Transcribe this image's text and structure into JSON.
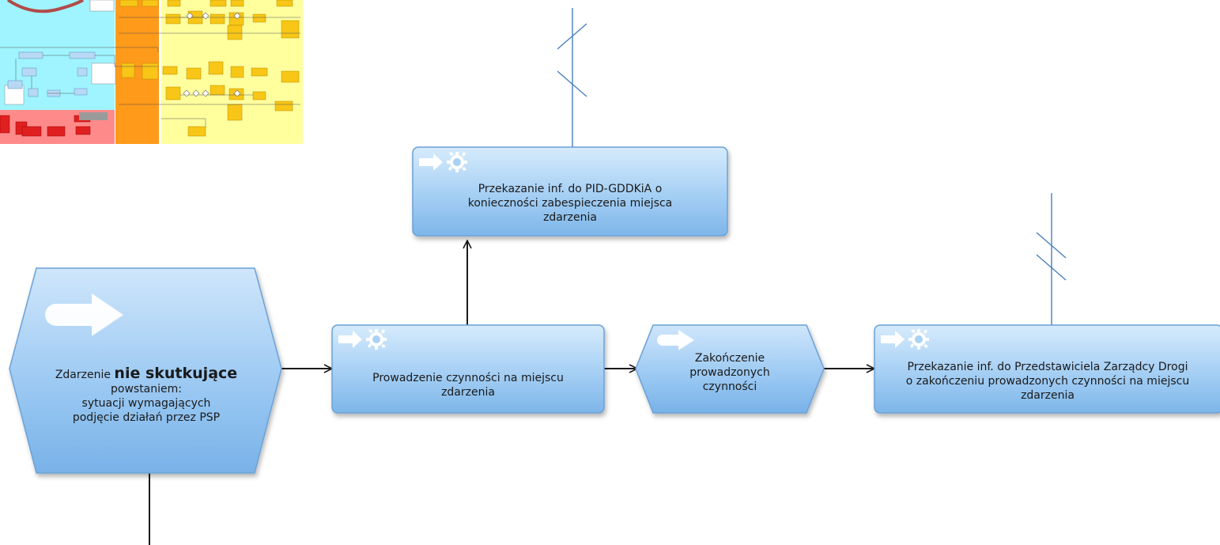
{
  "colors": {
    "box_fill_top": "#cfe7fb",
    "box_fill_bottom": "#7fb8ea",
    "box_stroke": "#6aa2d6",
    "connector": "#1a1a1a",
    "tether": "#4a7fc0",
    "overview_cyan": "#9ff4ff",
    "overview_orange": "#ff9a1a",
    "overview_yellow": "#ffff9e",
    "overview_red": "#ff8a8a",
    "overview_ring": "#b24a4a"
  },
  "icons": {
    "function_icon": "gear-arrow-icon",
    "event_icon": "pill-arrow-icon"
  },
  "nodes": {
    "start_event": {
      "text_prefix": "Zdarzenie",
      "text_bold": "nie skutkujące",
      "text_rest": [
        "powstaniem:",
        "sytuacji  wymagających",
        "podjęcie działań przez PSP"
      ]
    },
    "function_conduct": {
      "lines": [
        "Prowadzenie czynności na miejscu",
        "zdarzenia"
      ]
    },
    "function_inform_pid": {
      "lines": [
        "Przekazanie inf. do PID-GDDKiA o",
        "konieczności zabespieczenia miejsca",
        "zdarzenia"
      ]
    },
    "event_finish": {
      "lines": [
        "Zakończenie",
        "prowadzonych",
        "czynności"
      ]
    },
    "function_inform_road": {
      "lines": [
        "Przekazanie inf. do Przedstawiciela Zarządcy Drogi",
        "o zakończeniu prowadzonych czynności na miejscu",
        "zdarzenia"
      ]
    }
  }
}
